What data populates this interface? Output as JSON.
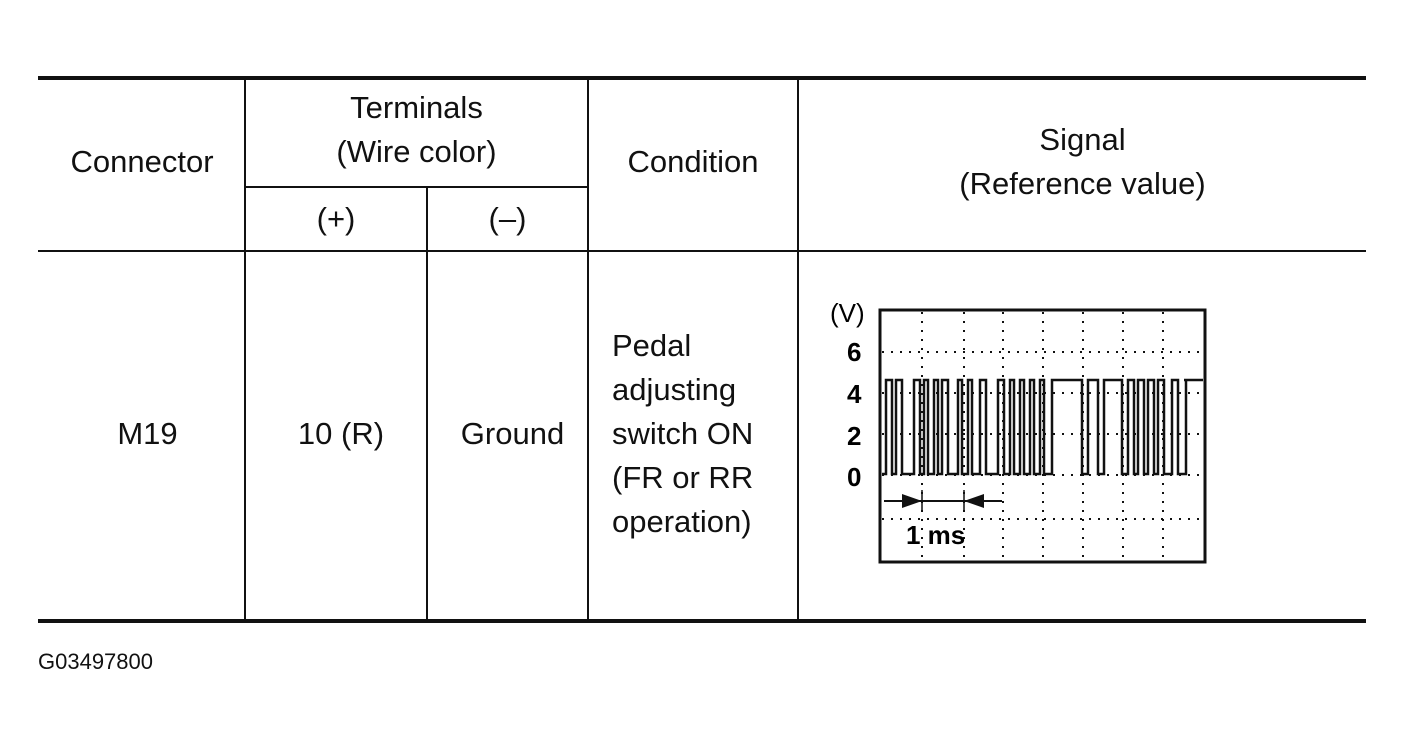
{
  "table": {
    "headers": {
      "connector": "Connector",
      "terminals_line1": "Terminals",
      "terminals_line2": "(Wire color)",
      "plus": "(+)",
      "minus": "(–)",
      "condition": "Condition",
      "signal_line1": "Signal",
      "signal_line2": "(Reference value)"
    },
    "rows": [
      {
        "connector": "M19",
        "plus_terminal": "10 (R)",
        "minus_terminal": "Ground",
        "condition_lines": [
          "Pedal",
          "adjusting",
          "switch ON",
          "(FR or RR",
          "operation)"
        ]
      }
    ]
  },
  "signal_graph": {
    "unit": "(V)",
    "y_ticks": [
      "6",
      "4",
      "2",
      "0"
    ],
    "time_scale_label": "1 ms"
  },
  "figure_id": "G03497800"
}
